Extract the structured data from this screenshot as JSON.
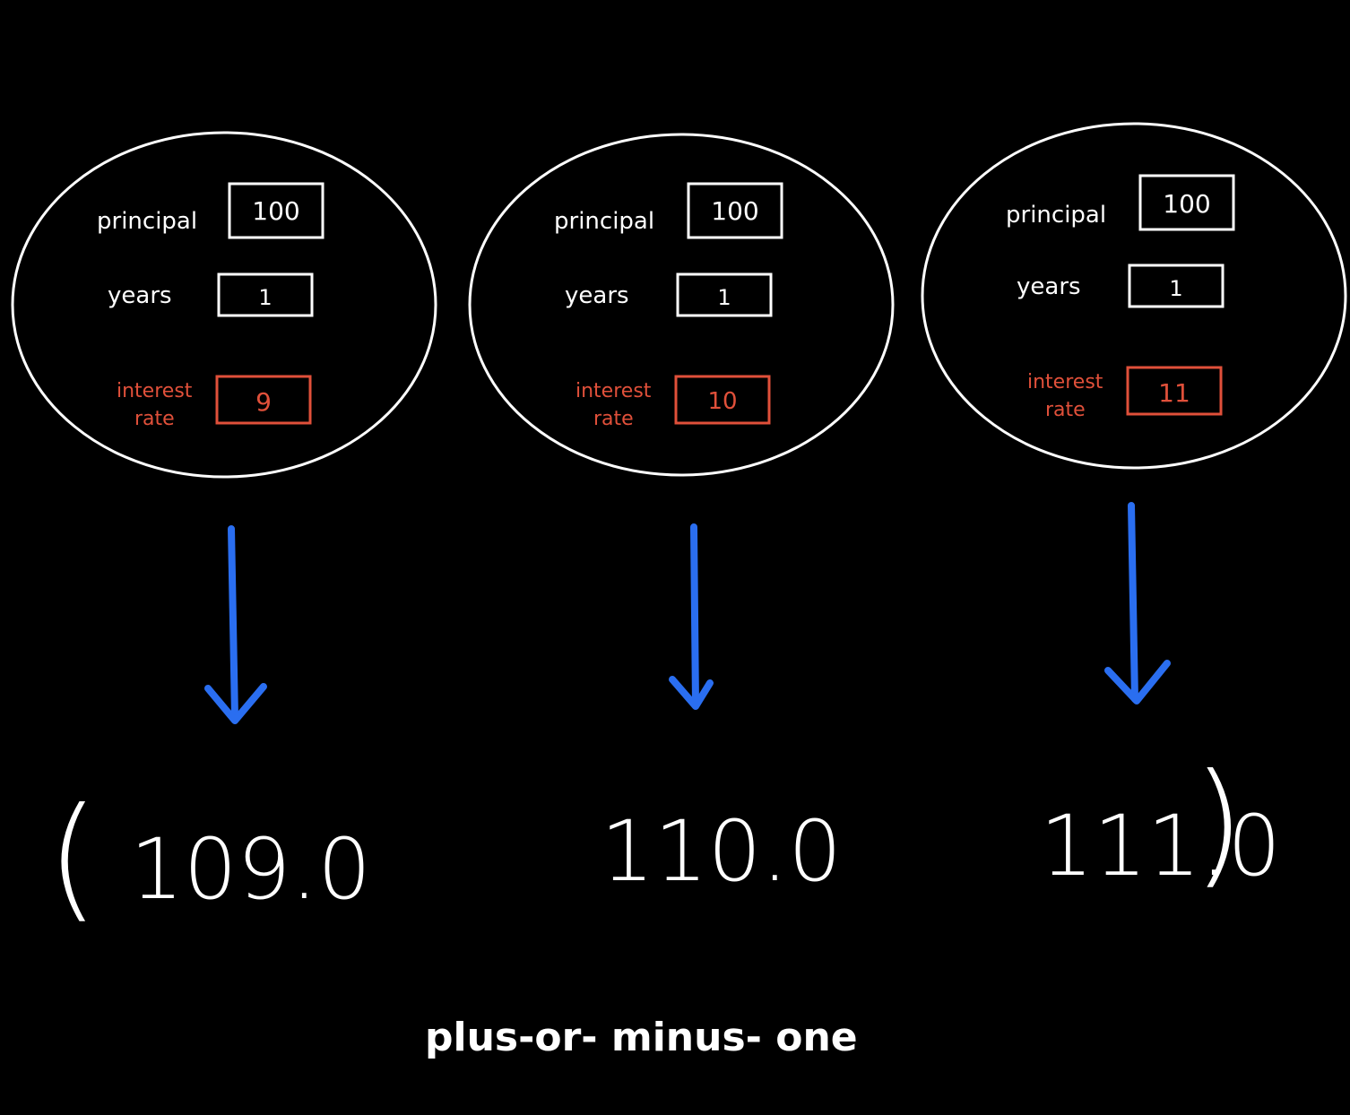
{
  "colors": {
    "background": "#000000",
    "ink": "#ffffff",
    "highlight": "#e0503a",
    "arrow": "#2a6ef0"
  },
  "labels": {
    "principal": "principal",
    "years": "years",
    "interest": "interest",
    "rate": "rate"
  },
  "scenarios": [
    {
      "principal": "100",
      "years": "1",
      "interest_rate": "9",
      "result": "109.0"
    },
    {
      "principal": "100",
      "years": "1",
      "interest_rate": "10",
      "result": "110.0"
    },
    {
      "principal": "100",
      "years": "1",
      "interest_rate": "11",
      "result": "111.0"
    }
  ],
  "brackets": {
    "open": "(",
    "close": ")"
  },
  "caption": "plus-or- minus- one"
}
